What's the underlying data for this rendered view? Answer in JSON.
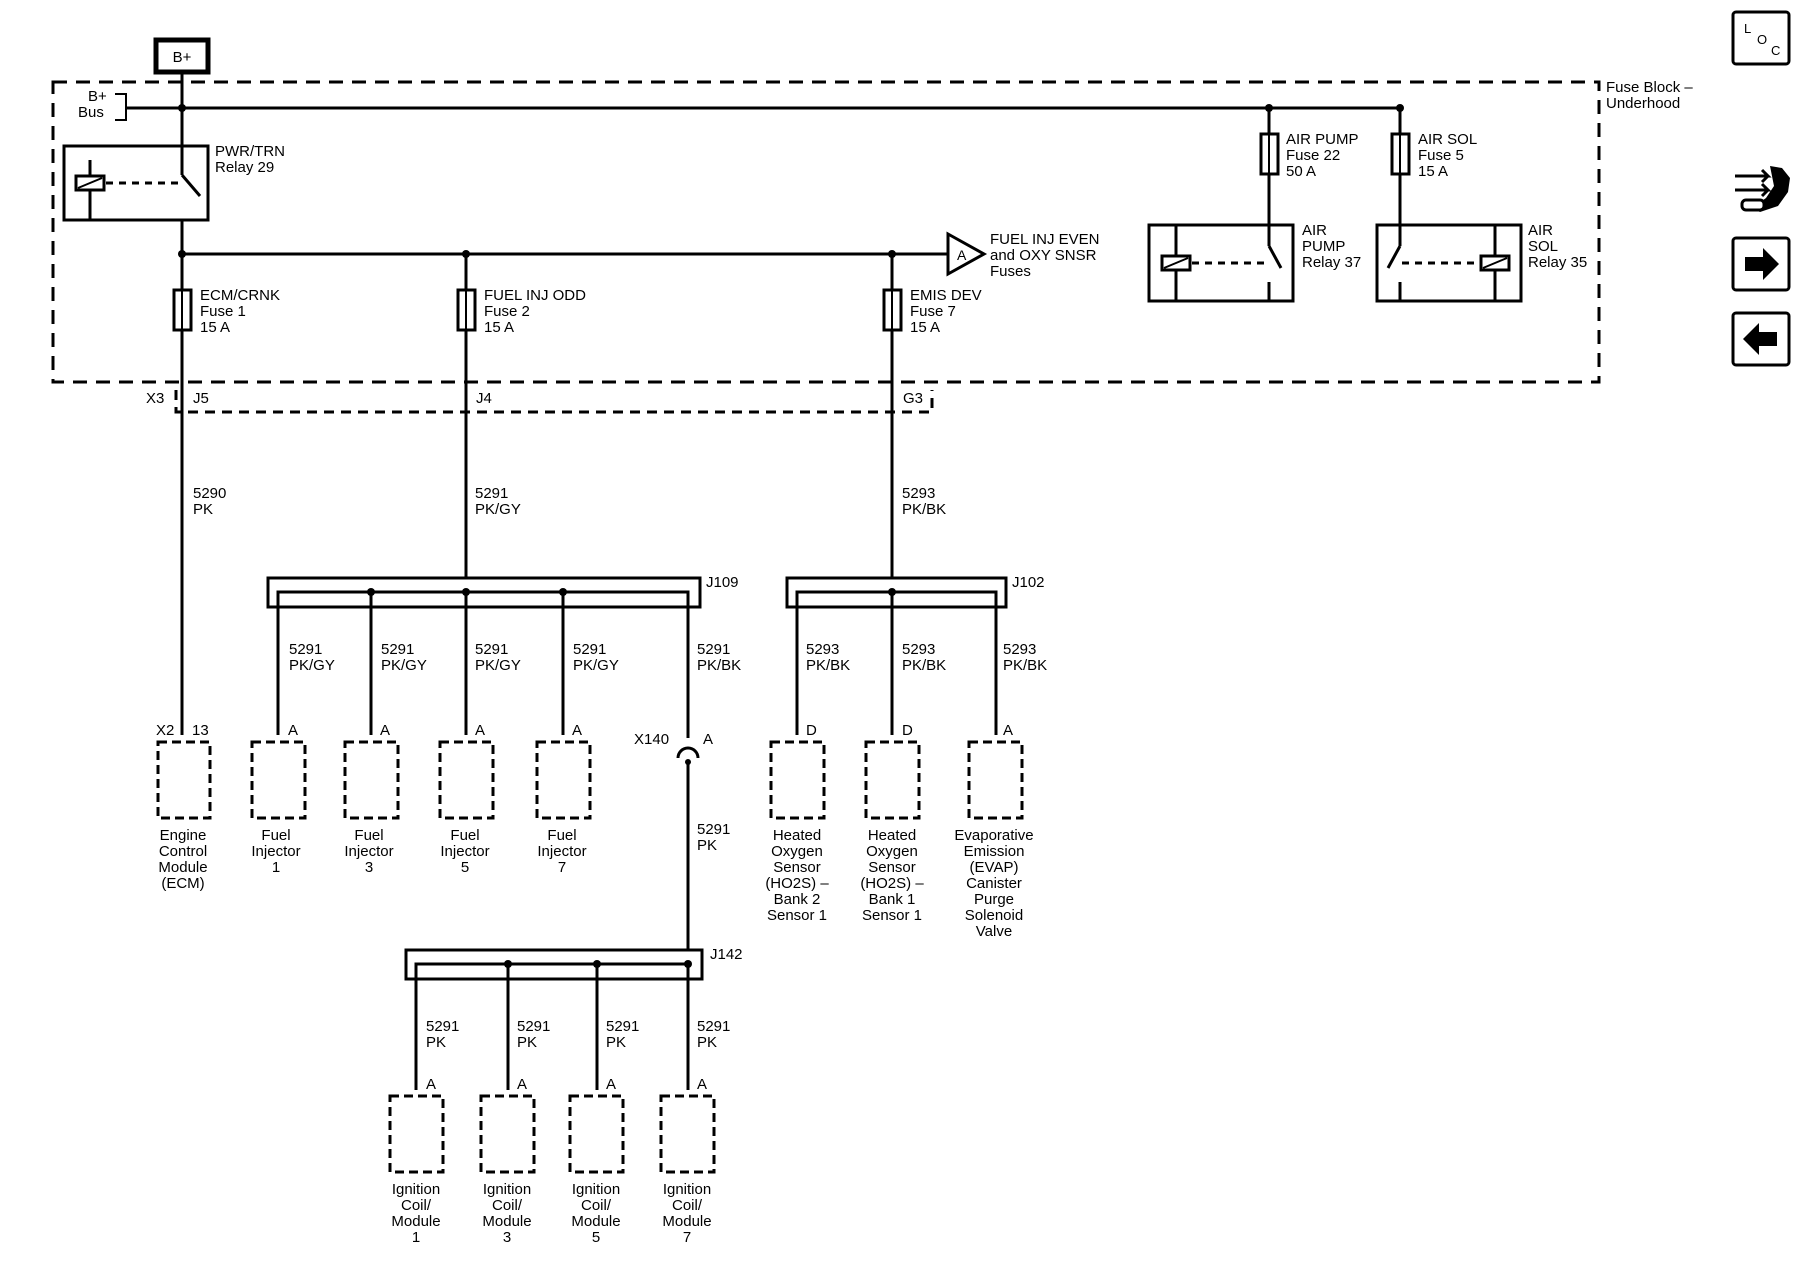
{
  "power": {
    "b_plus": "B+",
    "bus_line1": "B+",
    "bus_line2": "Bus"
  },
  "fuse_block": {
    "line1": "Fuse Block –",
    "line2": "Underhood"
  },
  "relays": {
    "pwr_trn": [
      "PWR/TRN",
      "Relay 29"
    ],
    "air_pump": [
      "AIR",
      "PUMP",
      "Relay 37"
    ],
    "air_sol": [
      "AIR",
      "SOL",
      "Relay 35"
    ]
  },
  "fuses": {
    "air_pump": [
      "AIR PUMP",
      "Fuse 22",
      "50 A"
    ],
    "air_sol": [
      "AIR SOL",
      "Fuse 5",
      "15 A"
    ],
    "ecm_crnk": [
      "ECM/CRNK",
      "Fuse 1",
      "15 A"
    ],
    "fuel_inj_odd": [
      "FUEL INJ ODD",
      "Fuse 2",
      "15 A"
    ],
    "emis_dev": [
      "EMIS DEV",
      "Fuse 7",
      "15 A"
    ]
  },
  "offpage": {
    "letter": "A",
    "label": [
      "FUEL INJ EVEN",
      "and OXY SNSR",
      "Fuses"
    ]
  },
  "connector_x3": {
    "name": "X3",
    "pins": [
      "J5",
      "J4",
      "G3"
    ]
  },
  "wires": {
    "w5290": [
      "5290",
      "PK"
    ],
    "w5291_pkgy": [
      "5291",
      "PK/GY"
    ],
    "w5293_pkbk": [
      "5293",
      "PK/BK"
    ],
    "w5291_pkbk": [
      "5291",
      "PK/BK"
    ],
    "w5291_pk": [
      "5291",
      "PK"
    ]
  },
  "splices": {
    "j109": "J109",
    "j102": "J102",
    "j142": "J142"
  },
  "inline": {
    "x140": "X140",
    "x140_pin": "A"
  },
  "ecm": {
    "connector": "X2",
    "pin": "13",
    "label": [
      "Engine",
      "Control",
      "Module",
      "(ECM)"
    ]
  },
  "injectors": [
    {
      "pin": "A",
      "label": [
        "Fuel",
        "Injector",
        "1"
      ]
    },
    {
      "pin": "A",
      "label": [
        "Fuel",
        "Injector",
        "3"
      ]
    },
    {
      "pin": "A",
      "label": [
        "Fuel",
        "Injector",
        "5"
      ]
    },
    {
      "pin": "A",
      "label": [
        "Fuel",
        "Injector",
        "7"
      ]
    }
  ],
  "sensors": [
    {
      "pin": "D",
      "label": [
        "Heated",
        "Oxygen",
        "Sensor",
        "(HO2S) –",
        "Bank 2",
        "Sensor 1"
      ]
    },
    {
      "pin": "D",
      "label": [
        "Heated",
        "Oxygen",
        "Sensor",
        "(HO2S) –",
        "Bank 1",
        "Sensor 1"
      ]
    },
    {
      "pin": "A",
      "label": [
        "Evaporative",
        "Emission",
        "(EVAP)",
        "Canister",
        "Purge",
        "Solenoid",
        "Valve"
      ]
    }
  ],
  "coils": [
    {
      "pin": "A",
      "label": [
        "Ignition",
        "Coil/",
        "Module",
        "1"
      ]
    },
    {
      "pin": "A",
      "label": [
        "Ignition",
        "Coil/",
        "Module",
        "3"
      ]
    },
    {
      "pin": "A",
      "label": [
        "Ignition",
        "Coil/",
        "Module",
        "5"
      ]
    },
    {
      "pin": "A",
      "label": [
        "Ignition",
        "Coil/",
        "Module",
        "7"
      ]
    }
  ],
  "nav": {
    "loc_letters": [
      "L",
      "O",
      "C"
    ],
    "icons": [
      "wrench-icon",
      "arrow-right-icon",
      "arrow-left-icon"
    ]
  }
}
